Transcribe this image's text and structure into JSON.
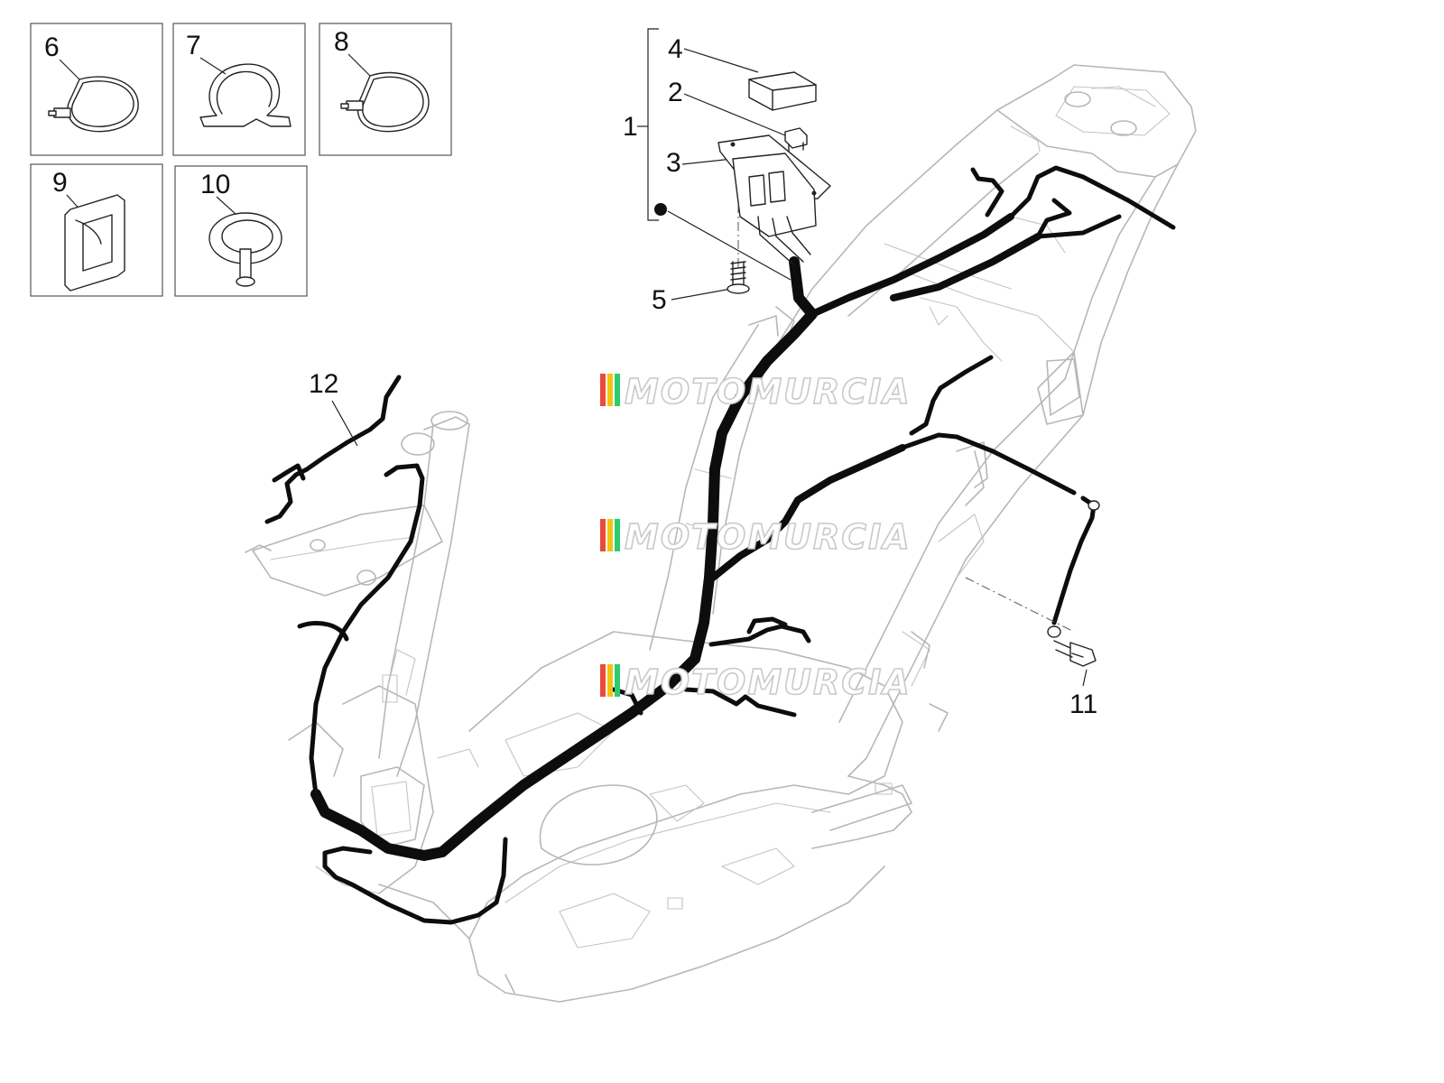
{
  "diagram": {
    "callouts": {
      "c1": "1",
      "c2": "2",
      "c3": "3",
      "c4": "4",
      "c5": "5",
      "c6": "6",
      "c7": "7",
      "c8": "8",
      "c9": "9",
      "c10": "10",
      "c11": "11",
      "c12": "12"
    },
    "watermark": "MOTOMURCIA",
    "watermark_colors": [
      "#e74c3c",
      "#f1c40f",
      "#2ecc71"
    ],
    "colors": {
      "harness": "#0d0d0d",
      "frame": "#b7b7b7",
      "callout_text": "#111111"
    }
  }
}
